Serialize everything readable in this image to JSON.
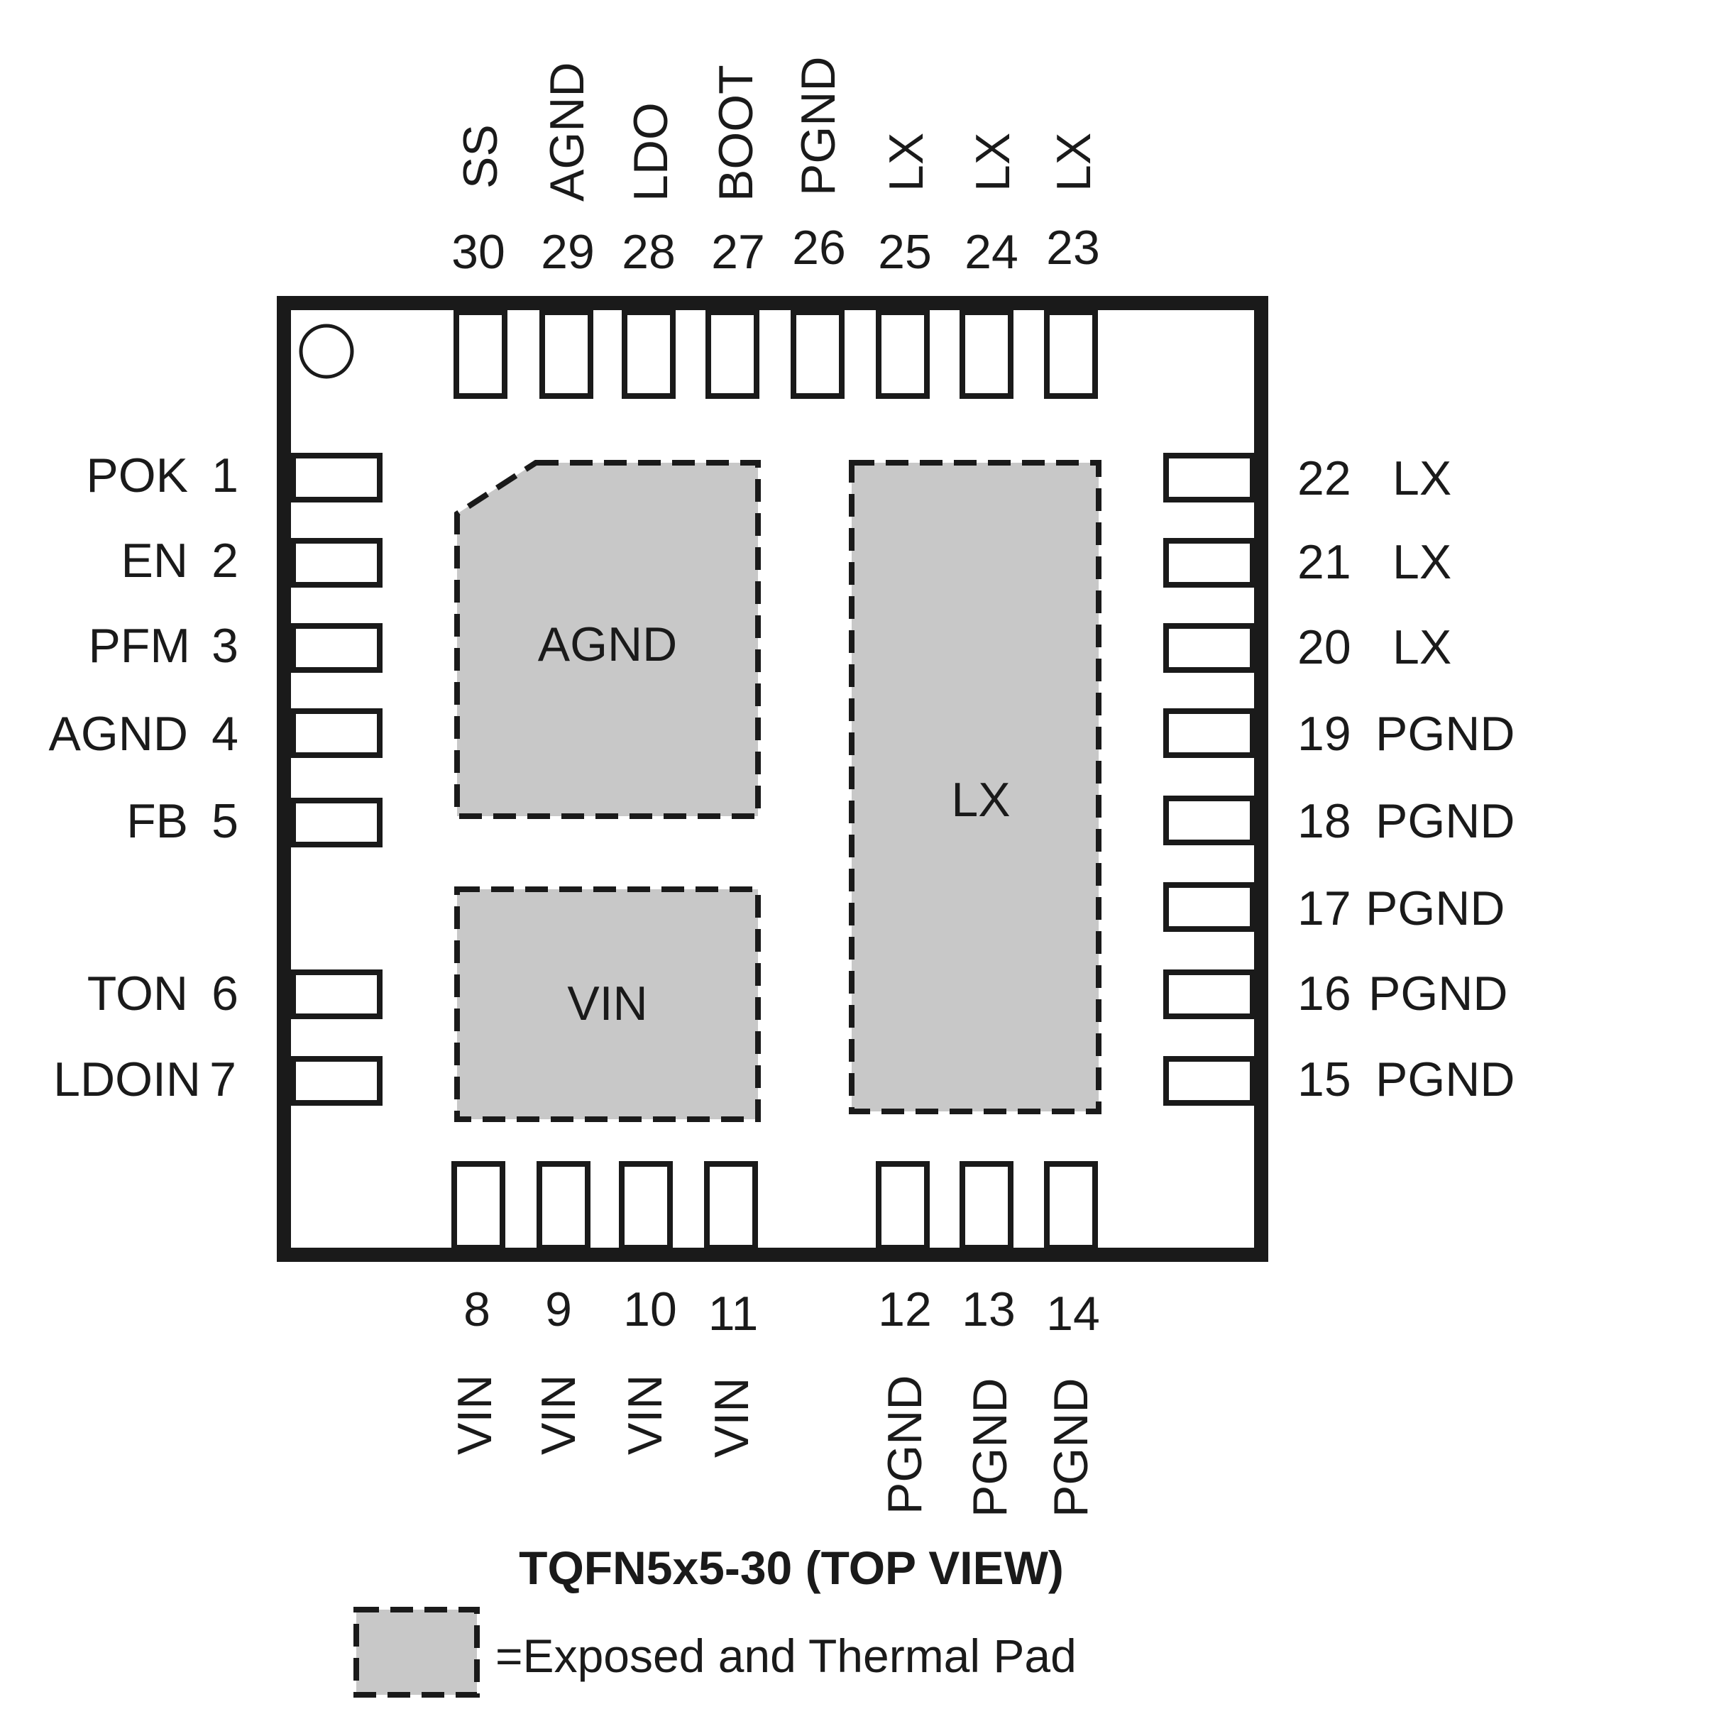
{
  "pins": {
    "left": [
      {
        "num": "1",
        "name": "POK"
      },
      {
        "num": "2",
        "name": "EN"
      },
      {
        "num": "3",
        "name": "PFM"
      },
      {
        "num": "4",
        "name": "AGND"
      },
      {
        "num": "5",
        "name": "FB"
      },
      {
        "num": "6",
        "name": "TON"
      },
      {
        "num": "7",
        "name": "LDOIN"
      }
    ],
    "right": [
      {
        "num": "22",
        "name": "LX"
      },
      {
        "num": "21",
        "name": "LX"
      },
      {
        "num": "20",
        "name": "LX"
      },
      {
        "num": "19",
        "name": "PGND"
      },
      {
        "num": "18",
        "name": "PGND"
      },
      {
        "num": "17",
        "name": "PGND"
      },
      {
        "num": "16",
        "name": "PGND"
      },
      {
        "num": "15",
        "name": "PGND"
      }
    ],
    "top": [
      {
        "num": "30",
        "name": "SS"
      },
      {
        "num": "29",
        "name": "AGND"
      },
      {
        "num": "28",
        "name": "LDO"
      },
      {
        "num": "27",
        "name": "BOOT"
      },
      {
        "num": "26",
        "name": "PGND"
      },
      {
        "num": "25",
        "name": "LX"
      },
      {
        "num": "24",
        "name": "LX"
      },
      {
        "num": "23",
        "name": "LX"
      }
    ],
    "bottom": [
      {
        "num": "8",
        "name": "VIN"
      },
      {
        "num": "9",
        "name": "VIN"
      },
      {
        "num": "10",
        "name": "VIN"
      },
      {
        "num": "11",
        "name": "VIN"
      },
      {
        "num": "12",
        "name": "PGND"
      },
      {
        "num": "13",
        "name": "PGND"
      },
      {
        "num": "14",
        "name": "PGND"
      }
    ]
  },
  "exposed_pads": {
    "agnd": "AGND",
    "vin": "VIN",
    "lx": "LX"
  },
  "package_title": "TQFN5x5-30 (TOP VIEW)",
  "legend": {
    "text": "=Exposed and Thermal Pad"
  },
  "colors": {
    "pad_fill": "#c8c8c8",
    "outline": "#1a1a1a"
  }
}
